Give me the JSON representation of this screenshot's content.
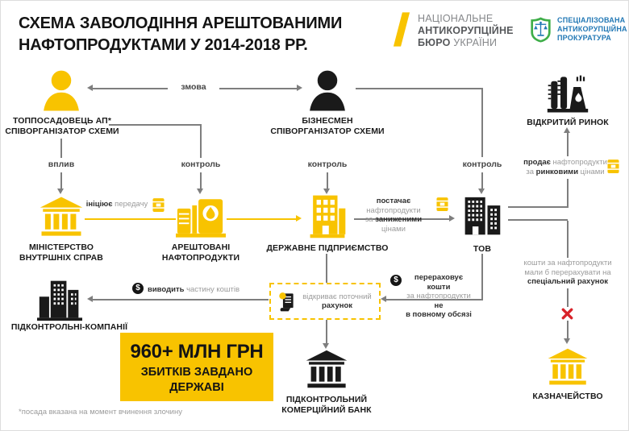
{
  "title": {
    "line1": "СХЕМА ЗАВОЛОДІННЯ АРЕШТОВАНИМИ",
    "line2": "НАФТОПРОДУКТАМИ У 2014-2018 РР."
  },
  "logos": {
    "nabu": {
      "line1": "НАЦІОНАЛЬНЕ",
      "line2": "АНТИКОРУПЦІЙНЕ",
      "line3_bold": "БЮРО",
      "line3_rest": " УКРАЇНИ"
    },
    "sap": {
      "line1": "СПЕЦІАЛІЗОВАНА",
      "line2": "АНТИКОРУПЦІЙНА",
      "line3": "ПРОКУРАТУРА"
    }
  },
  "nodes": {
    "official": {
      "line1": "ТОППОСАДОВЕЦЬ АП*",
      "line2": "СПІВОРГАНІЗАТОР СХЕМИ"
    },
    "businessman": {
      "line1": "БІЗНЕСМЕН",
      "line2": "СПІВОРГАНІЗАТОР СХЕМИ"
    },
    "open_market": {
      "label": "ВІДКРИТИЙ РИНОК"
    },
    "ministry": {
      "line1": "МІНІСТЕРСТВО",
      "line2": "ВНУТРШНІХ СПРАВ"
    },
    "seized_products": {
      "line1": "АРЕШТОВАНІ",
      "line2": "НАФТОПРОДУКТИ"
    },
    "state_enterprise": {
      "label": "ДЕРЖАВНЕ ПІДПРИЄМСТВО"
    },
    "llc": {
      "label": "ТОВ"
    },
    "controlled_companies": {
      "label": "ПІДКОНТРОЛЬНІ-КОМПАНІЇ"
    },
    "commercial_bank": {
      "line1": "ПІДКОНТРОЛЬНИЙ",
      "line2": "КОМЕРЦІЙНИЙ БАНК"
    },
    "treasury": {
      "label": "КАЗНАЧЕЙСТВО"
    }
  },
  "edges": {
    "conspiracy": "змова",
    "influence": "вплив",
    "control_seized": "контроль",
    "control_enterprise": "контроль",
    "control_llc": "контроль",
    "initiates": {
      "bold": "ініціює",
      "rest": " передачу"
    },
    "supplies": {
      "bold1": "постачає",
      "rest1": " нафтопродукти",
      "pre2": "за ",
      "bold2": "заниженими",
      "rest2": " цінами"
    },
    "sells": {
      "bold1": "продає",
      "rest1": " нафтопродукти",
      "pre2": "за ",
      "bold2": "ринковими",
      "rest2": " цінами"
    },
    "should_transfer": {
      "line1": "кошти за нафтопродукти",
      "line2": "мали б перерахувати на",
      "line3": "спеціальний рахунок"
    },
    "transfers": {
      "line1": "перераховує кошти",
      "line2_pre": "за нафтопродукти ",
      "line2_bold": "не",
      "line3": "в повному обсязі"
    },
    "opens_account": {
      "line1": "відкриває поточний",
      "line2": "рахунок"
    },
    "withdraws": {
      "bold": "виводить",
      "rest": " частину коштів"
    },
    "dollar_symbol": "$"
  },
  "damage_box": {
    "line1": "960+ МЛН ГРН",
    "line2": "ЗБИТКІВ ЗАВДАНО",
    "line3": "ДЕРЖАВІ"
  },
  "footnote": "*посада вказана на момент вчинення злочину",
  "colors": {
    "yellow": "#F8C300",
    "black": "#1A1A1A",
    "line_gray": "#7E7E7E",
    "text_gray": "#9B9B9B",
    "red": "#D8232A",
    "sap_blue": "#2278B5",
    "sap_green": "#3FAE49"
  }
}
